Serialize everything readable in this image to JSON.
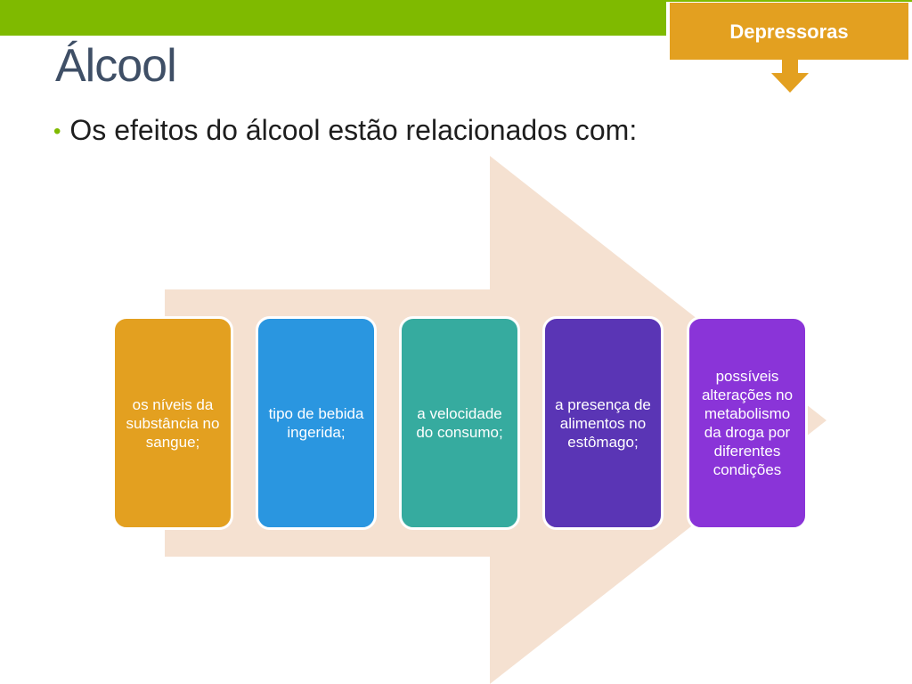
{
  "header": {
    "badge_label": "Depressoras"
  },
  "slide": {
    "title": "Álcool",
    "bullet": "Os efeitos do álcool estão relacionados com:"
  },
  "factors": [
    {
      "label": "os níveis da substância no sangue;",
      "color": "#e3a020"
    },
    {
      "label": "tipo de bebida ingerida;",
      "color": "#2a96e0"
    },
    {
      "label": "a velocidade do consumo;",
      "color": "#36ab9f"
    },
    {
      "label": "a presença de alimentos no estômago;",
      "color": "#5a35b5"
    },
    {
      "label": "possíveis alterações no metabolismo da droga por diferentes condições",
      "color": "#8a34d8"
    }
  ],
  "colors": {
    "accent_green": "#7fba00",
    "badge_orange": "#e3a020",
    "arrow_fill": "#f5e1d1",
    "title_color": "#3f4f66"
  }
}
